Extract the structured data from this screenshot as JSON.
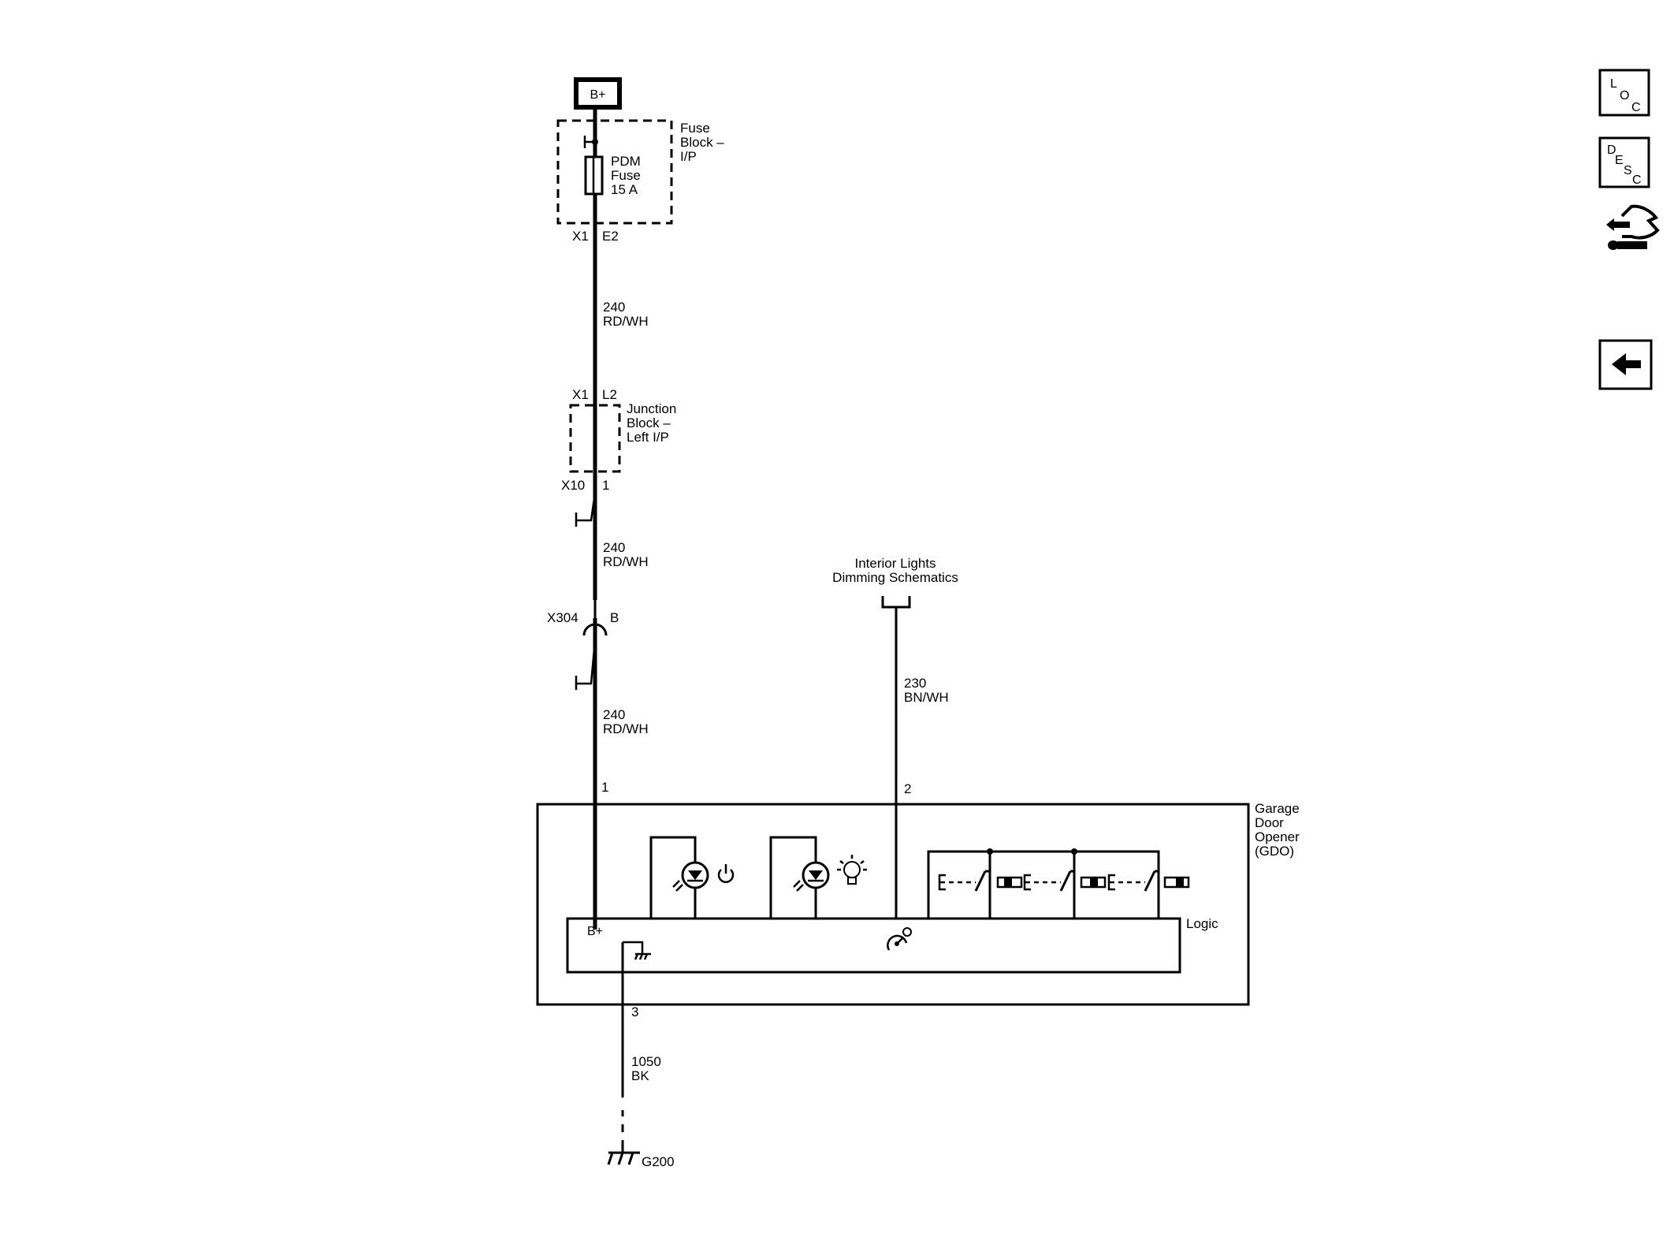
{
  "power": {
    "source": "B+"
  },
  "fuse_block": {
    "name_line1": "Fuse",
    "name_line2": "Block –",
    "name_line3": "I/P",
    "fuse_line1": "PDM",
    "fuse_line2": "Fuse",
    "fuse_line3": "15 A",
    "connector": "X1",
    "pin": "E2"
  },
  "wire_segments": [
    {
      "circuit": "240",
      "color": "RD/WH"
    },
    {
      "circuit": "240",
      "color": "RD/WH"
    },
    {
      "circuit": "240",
      "color": "RD/WH"
    },
    {
      "circuit": "230",
      "color": "BN/WH"
    },
    {
      "circuit": "1050",
      "color": "BK"
    }
  ],
  "junction_block": {
    "name_line1": "Junction",
    "name_line2": "Block –",
    "name_line3": "Left I/P",
    "in_connector": "X1",
    "in_pin": "L2",
    "out_connector": "X10",
    "out_pin": "1"
  },
  "inline_connector": {
    "name": "X304",
    "pin": "B"
  },
  "reference": {
    "line1": "Interior Lights",
    "line2": "Dimming Schematics"
  },
  "gdo": {
    "name_line1": "Garage",
    "name_line2": "Door",
    "name_line3": "Opener",
    "name_line4": "(GDO)",
    "pin_power": "1",
    "pin_dimming": "2",
    "pin_ground": "3",
    "logic_label": "Logic",
    "logic_bplus": "B+"
  },
  "ground": {
    "name": "G200"
  },
  "nav": {
    "loc": {
      "l1": "L",
      "l2": "O",
      "l3": "C"
    },
    "desc": {
      "l1": "D",
      "l2": "E",
      "l3": "S",
      "l4": "C"
    },
    "icons": [
      "loc-icon",
      "desc-icon",
      "connector-repair-icon",
      "back-arrow-icon"
    ]
  }
}
